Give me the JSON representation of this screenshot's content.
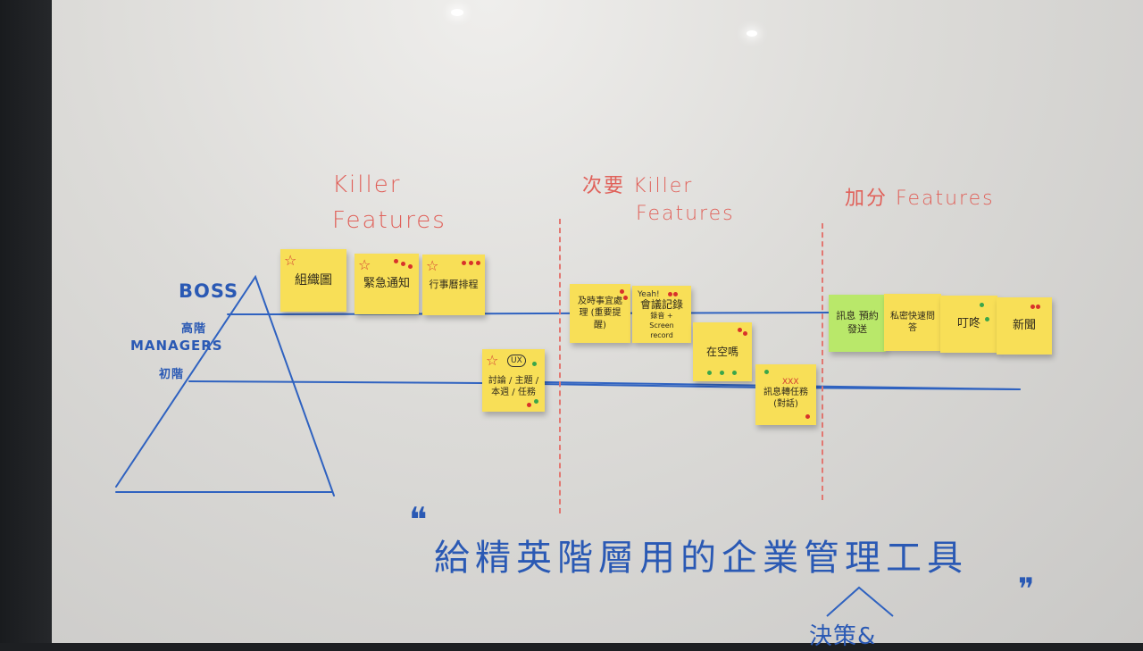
{
  "headings": {
    "killer": [
      "Killer",
      "Features"
    ],
    "secondary": [
      "次要 Killer",
      "Features"
    ],
    "bonus": "加分 Features"
  },
  "pyramid": {
    "top": "BOSS",
    "upper": "高階",
    "middle": "MANAGERS",
    "lower": "初階"
  },
  "stickies": {
    "s1": "組織圖",
    "s2": "緊急通知",
    "s3": "行事曆排程",
    "s4": "討論 / 主題 / 本週 / 任務",
    "s4_tag": "UX",
    "s5": "及時事宜處理 (重要提醒)",
    "s6": "會議記錄",
    "s6_sub": "錄音 + Screen record",
    "s6_tag": "Yeah!",
    "s7": "在空嗎",
    "s8": "訊息轉任務 (對話)",
    "s8_tag": "XXX",
    "s9": "訊息 預約發送",
    "s10": "私密快速問答",
    "s11": "叮咚",
    "s12": "新聞"
  },
  "slogan": "給精英階層用的企業管理工具",
  "slogan_insert": "決策&"
}
